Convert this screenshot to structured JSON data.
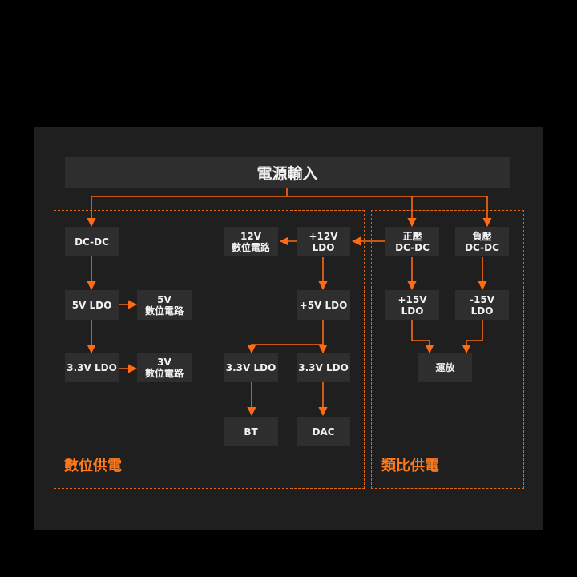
{
  "title": "電源輸入",
  "accent_color": "#ff6a13",
  "groups": {
    "digital_label": "數位供電",
    "analog_label": "類比供電"
  },
  "nodes": {
    "dcdc": [
      "DC-DC"
    ],
    "ldo5": [
      "5V LDO"
    ],
    "digital5": [
      "5V",
      "數位電路"
    ],
    "ldo33": [
      "3.3V LDO"
    ],
    "digital3": [
      "3V",
      "數位電路"
    ],
    "digital12": [
      "12V",
      "數位電路"
    ],
    "ldo12": [
      "+12V",
      "LDO"
    ],
    "ldo5plus": [
      "+5V LDO"
    ],
    "ldo33_bt": [
      "3.3V LDO"
    ],
    "ldo33_dac": [
      "3.3V LDO"
    ],
    "bt": [
      "BT"
    ],
    "dac": [
      "DAC"
    ],
    "pos_dcdc": [
      "正壓",
      "DC-DC"
    ],
    "neg_dcdc": [
      "負壓",
      "DC-DC"
    ],
    "ldo15p": [
      "+15V",
      "LDO"
    ],
    "ldo15n": [
      "-15V",
      "LDO"
    ],
    "opamp": [
      "運放"
    ]
  }
}
